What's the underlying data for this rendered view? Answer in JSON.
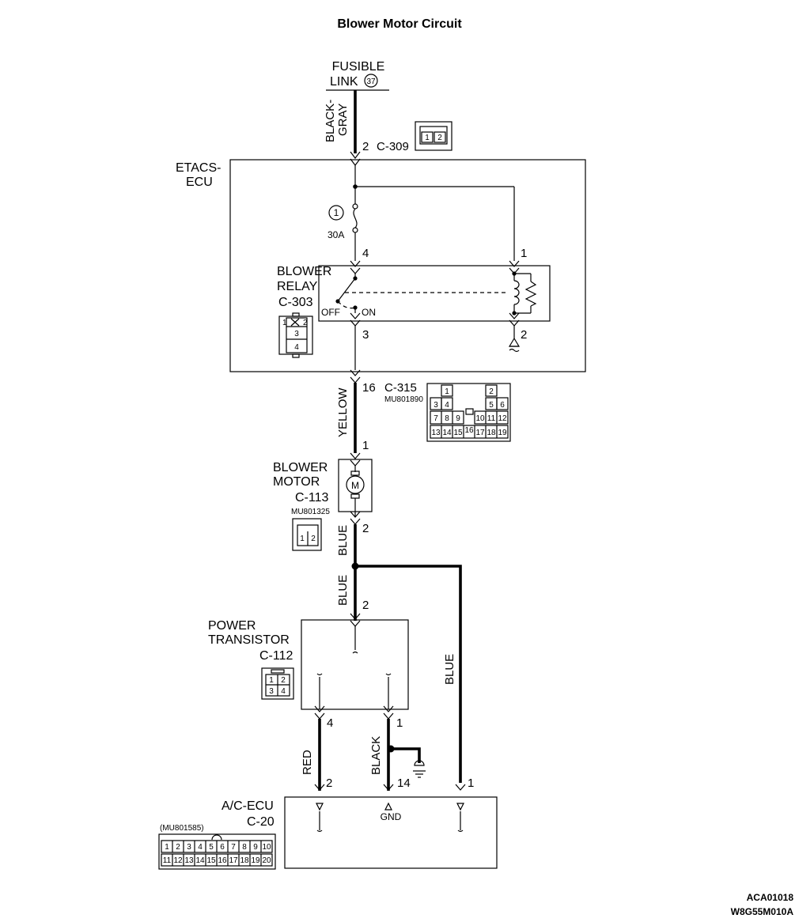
{
  "title": "Blower Motor Circuit",
  "fusible_link": {
    "line1": "FUSIBLE",
    "line2": "LINK",
    "number": "37"
  },
  "wires": {
    "black_gray_1": "BLACK-",
    "black_gray_2": "GRAY",
    "yellow": "YELLOW",
    "blue_motor": "BLUE",
    "blue_transistor": "BLUE",
    "blue_right": "BLUE",
    "red": "RED",
    "black": "BLACK"
  },
  "connectors": {
    "c309": {
      "label": "C-309",
      "pin": "2",
      "cells": [
        "1",
        "2"
      ]
    },
    "c303": {
      "label": "C-303",
      "cells": [
        "1",
        "2",
        "3",
        "4"
      ]
    },
    "c315": {
      "label": "C-315",
      "part": "MU801890",
      "pin": "16",
      "row1": [
        "1",
        "2"
      ],
      "row2": [
        "3",
        "4",
        "5",
        "6"
      ],
      "row3": [
        "7",
        "8",
        "9",
        "10",
        "11",
        "12"
      ],
      "row4": [
        "13",
        "14",
        "15",
        "16",
        "17",
        "18",
        "19"
      ]
    },
    "c113": {
      "label": "C-113",
      "part": "MU801325",
      "pin_top": "1",
      "pin_bottom": "2",
      "cells": [
        "1",
        "2"
      ]
    },
    "c112": {
      "label": "C-112",
      "pin_in": "2",
      "pin_left": "4",
      "pin_right": "1",
      "cells": [
        "1",
        "2",
        "3",
        "4"
      ]
    },
    "c20": {
      "label": "C-20",
      "part": "(MU801585)",
      "pins": [
        "2",
        "14",
        "1"
      ],
      "row1": [
        "1",
        "2",
        "3",
        "4",
        "5",
        "6",
        "7",
        "8",
        "9",
        "10"
      ],
      "row2": [
        "11",
        "12",
        "13",
        "14",
        "15",
        "16",
        "17",
        "18",
        "19",
        "20"
      ]
    }
  },
  "etacs": {
    "line1": "ETACS-",
    "line2": "ECU",
    "fuse_number": "1",
    "fuse_rating": "30A",
    "pin4": "4",
    "pin1": "1",
    "pin3": "3",
    "pin2": "2"
  },
  "relay": {
    "line1": "BLOWER",
    "line2": "RELAY",
    "off": "OFF",
    "on": "ON"
  },
  "motor": {
    "line1": "BLOWER",
    "line2": "MOTOR",
    "symbol": "M"
  },
  "transistor": {
    "line1": "POWER",
    "line2": "TRANSISTOR"
  },
  "ac_ecu": {
    "label": "A/C-ECU",
    "gnd": "GND"
  },
  "footer": {
    "code1": "ACA01018",
    "code2": "W8G55M010A"
  }
}
